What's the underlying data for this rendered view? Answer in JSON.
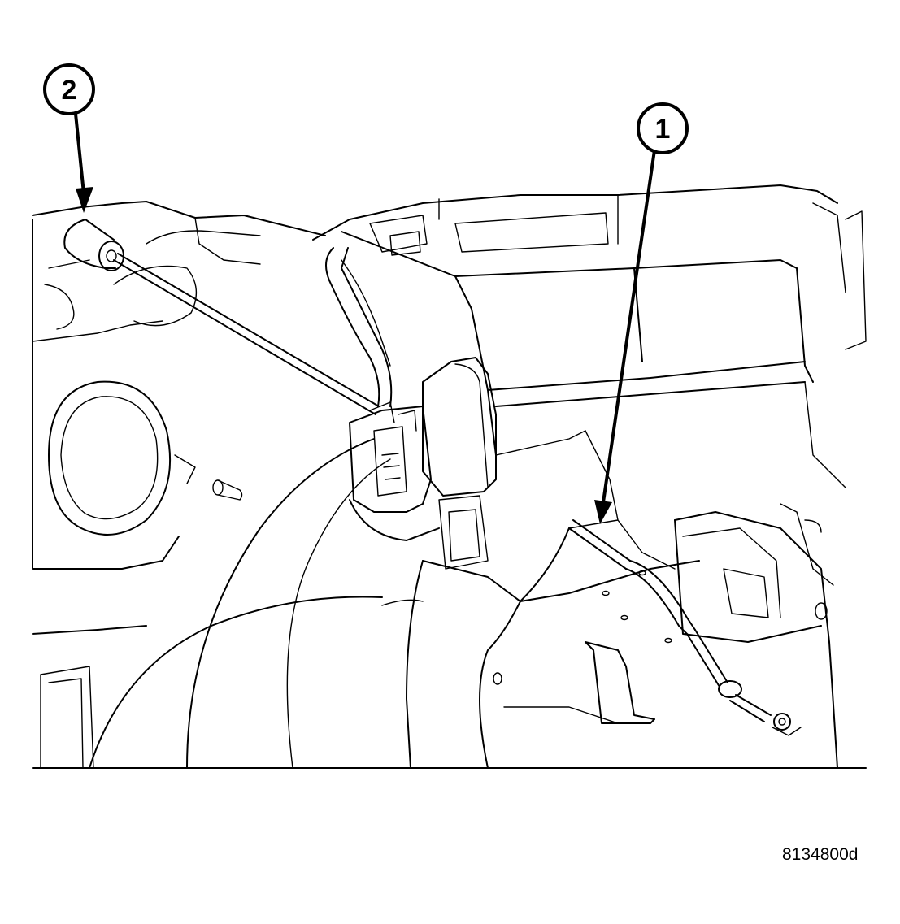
{
  "callouts": [
    {
      "label": "1"
    },
    {
      "label": "2"
    }
  ],
  "figure_id": "8134800d",
  "colors": {
    "ink": "#000000",
    "paper": "#ffffff"
  }
}
